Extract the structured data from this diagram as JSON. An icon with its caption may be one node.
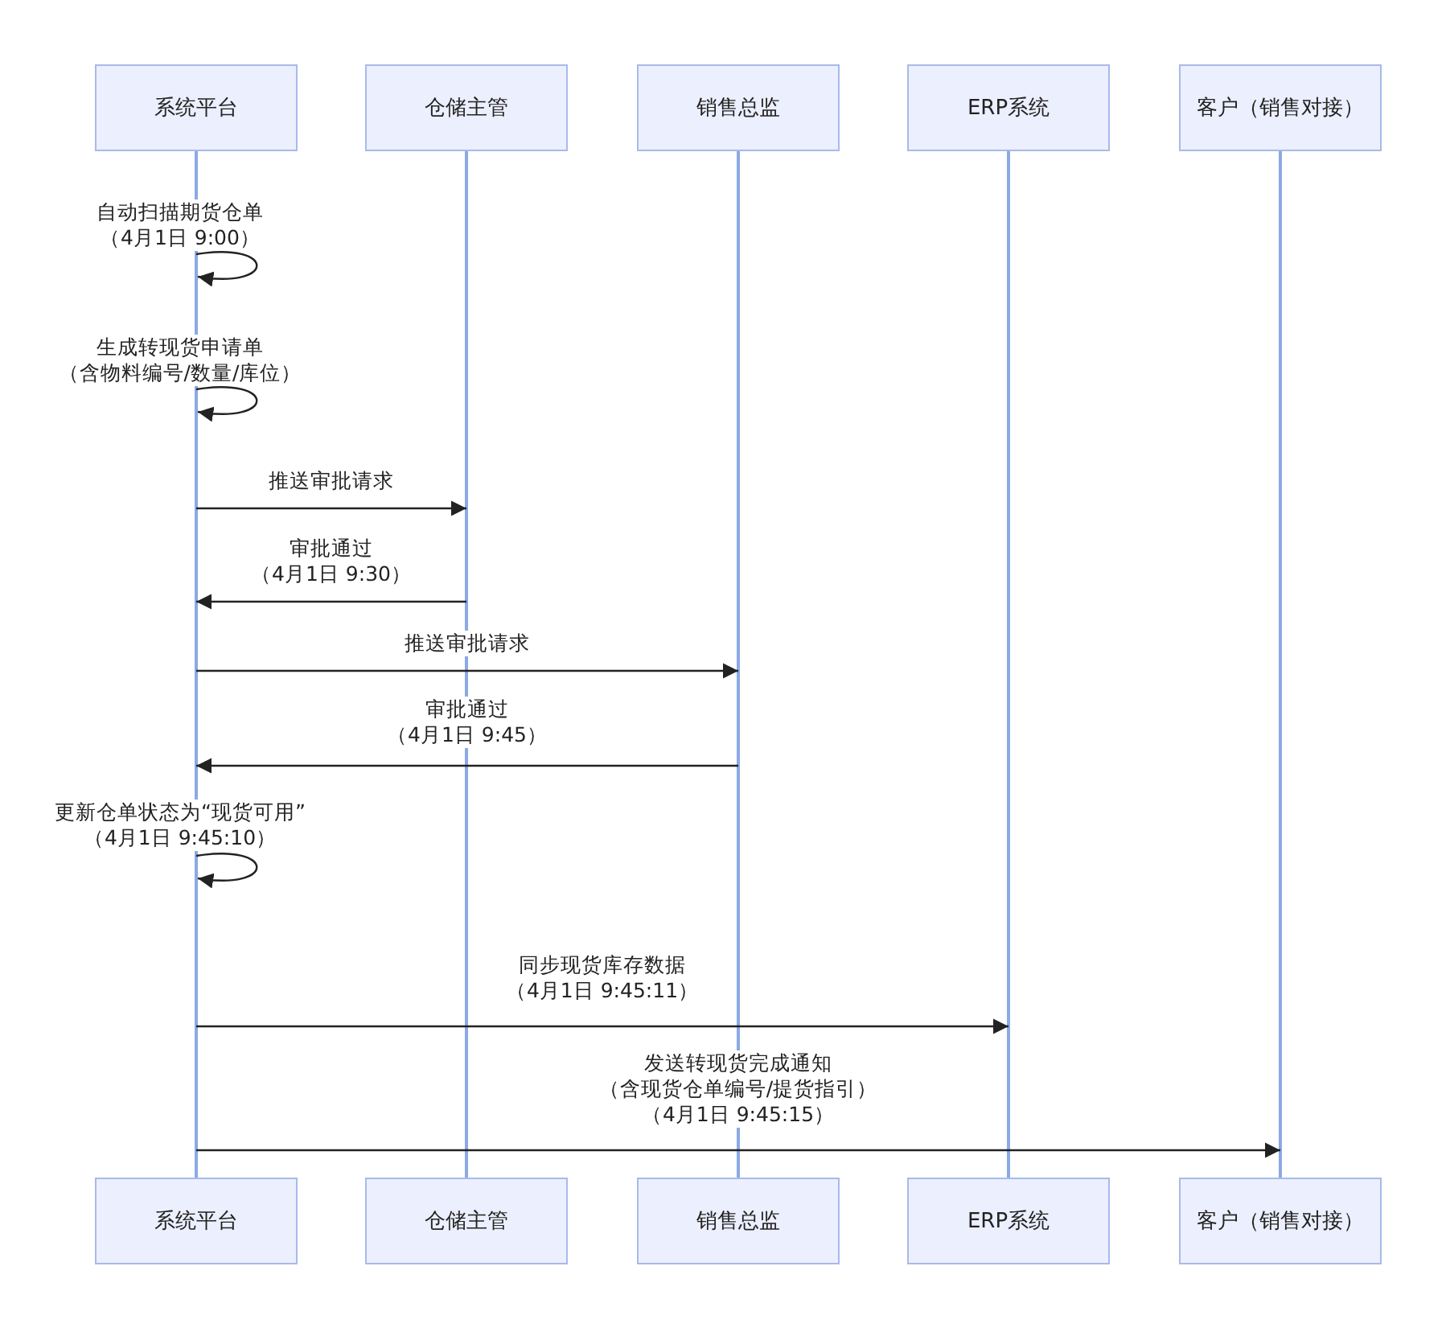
{
  "diagram": {
    "nodes": [
      {
        "text": [
          "系统平台"
        ]
      },
      {
        "text": [
          "仓储主管"
        ]
      },
      {
        "text": [
          "销售总监"
        ]
      },
      {
        "text": [
          "ERP系统"
        ]
      },
      {
        "text": [
          "客户（销售对接）"
        ]
      },
      {
        "text": [
          "系统平台"
        ]
      },
      {
        "text": [
          "仓储主管"
        ]
      },
      {
        "text": [
          "销售总监"
        ]
      },
      {
        "text": [
          "ERP系统"
        ]
      },
      {
        "text": [
          "客户（销售对接）"
        ]
      },
      {
        "text": [],
        "shape": "bar"
      },
      {
        "text": [],
        "shape": "bar"
      },
      {
        "text": [],
        "shape": "bar"
      },
      {
        "text": [],
        "shape": "bar"
      },
      {
        "text": [],
        "shape": "bar"
      }
    ],
    "edges": [
      {
        "from": 10,
        "to": 10,
        "arrow": "to",
        "label": "自动扫描期货仓单（4月1日 9:00）"
      },
      {
        "from": 10,
        "to": 10,
        "arrow": "to",
        "label": "生成转现货申请单（含物料编号/数量/库位）"
      },
      {
        "from": 10,
        "to": 11,
        "arrow": "to",
        "label": "推送审批请求"
      },
      {
        "from": 11,
        "to": 10,
        "arrow": "to",
        "label": "审批通过（4月1日 9:30）"
      },
      {
        "from": 10,
        "to": 12,
        "arrow": "to",
        "label": "推送审批请求"
      },
      {
        "from": 12,
        "to": 10,
        "arrow": "to",
        "label": "审批通过（4月1日 9:45）"
      },
      {
        "from": 10,
        "to": 10,
        "arrow": "to",
        "label": "更新仓单状态为“现货可用”（4月1日 9:45:10）"
      },
      {
        "from": 10,
        "to": 13,
        "arrow": "to",
        "label": "同步现货库存数据（4月1日 9:45:11）"
      },
      {
        "from": 10,
        "to": 14,
        "arrow": "to",
        "label": "发送转现货完成通知（含现货仓单编号/提货指引）（4月1日 9:45:15）"
      }
    ]
  }
}
